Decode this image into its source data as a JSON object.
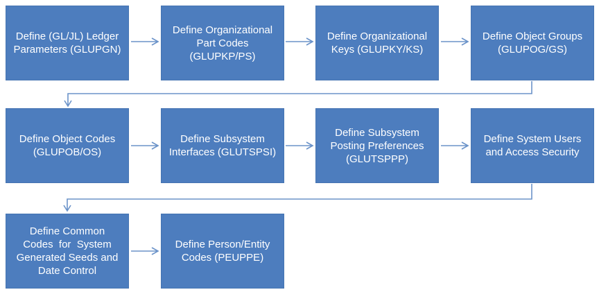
{
  "colors": {
    "background": "#ffffff",
    "box-fill": "#4d7dbe",
    "box-border": "#4574b2",
    "connector": "#6b93c9",
    "text": "#ffffff"
  },
  "diagram": {
    "rows": [
      {
        "boxes": [
          {
            "label": "Define (GL/JL) Ledger\nParameters (GLUPGN)"
          },
          {
            "label": "Define Organizational\nPart Codes\n(GLUPKP/PS)"
          },
          {
            "label": "Define Organizational\nKeys (GLUPKY/KS)"
          },
          {
            "label": "Define Object Groups\n(GLUPOG/GS)"
          }
        ]
      },
      {
        "boxes": [
          {
            "label": "Define Object Codes\n(GLUPOB/OS)"
          },
          {
            "label": "Define Subsystem\nInterfaces (GLUTSPSI)"
          },
          {
            "label": "Define Subsystem\nPosting Preferences\n(GLUTSPPP)"
          },
          {
            "label": "Define System Users\nand Access Security"
          }
        ]
      },
      {
        "boxes": [
          {
            "label": "Define Common\nCodes  for  System\nGenerated Seeds and\nDate Control"
          },
          {
            "label": "Define Person/Entity\nCodes (PEUPPE)"
          }
        ]
      }
    ]
  }
}
